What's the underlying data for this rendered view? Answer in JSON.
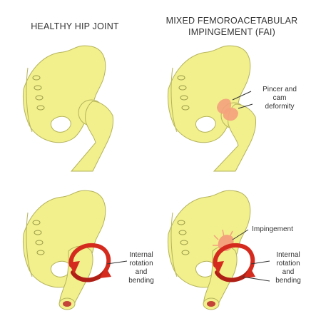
{
  "titles": {
    "healthy": "HEALTHY HIP JOINT",
    "fai_line1": "MIXED FEMOROACETABULAR",
    "fai_line2": "IMPINGEMENT (FAI)"
  },
  "labels": {
    "pincer_line1": "Pincer and",
    "pincer_line2": "cam",
    "pincer_line3": "deformity",
    "impingement": "Impingement",
    "rotation_line1": "Internal",
    "rotation_line2": "rotation",
    "rotation_line3": "and",
    "rotation_line4": "bending"
  },
  "colors": {
    "bone": "#f1f08c",
    "bone_outline": "#b5b35a",
    "deformity": "#f4a27c",
    "arrow": "#d42b1e",
    "canal": "#c4443a"
  }
}
